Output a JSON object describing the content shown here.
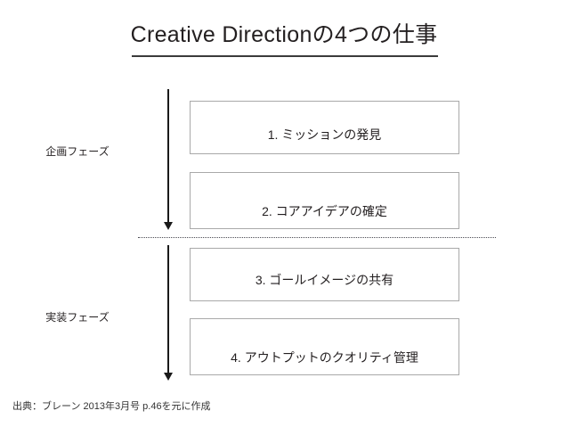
{
  "slide": {
    "title": "Creative Directionの4つの仕事",
    "background_color": "#ffffff",
    "text_color": "#231f20",
    "rule_color": "#3b3b3b",
    "box_border_color": "#a9a9a9",
    "arrow_color": "#1a1a1a",
    "divider_color": "#4a4a52"
  },
  "phases": [
    {
      "label": "企画フェーズ",
      "name": "planning-phase"
    },
    {
      "label": "実装フェーズ",
      "name": "implementation-phase"
    }
  ],
  "steps": [
    {
      "number": "1.",
      "label": "1.  ミッションの発見"
    },
    {
      "number": "2.",
      "label": "2.  コアアイデアの確定"
    },
    {
      "number": "3.",
      "label": "3.  ゴールイメージの共有"
    },
    {
      "number": "4.",
      "label": "4.  アウトプットのクオリティ管理"
    }
  ],
  "source": {
    "note": "出典：ブレーン 2013年3月号 p.46を元に作成"
  }
}
